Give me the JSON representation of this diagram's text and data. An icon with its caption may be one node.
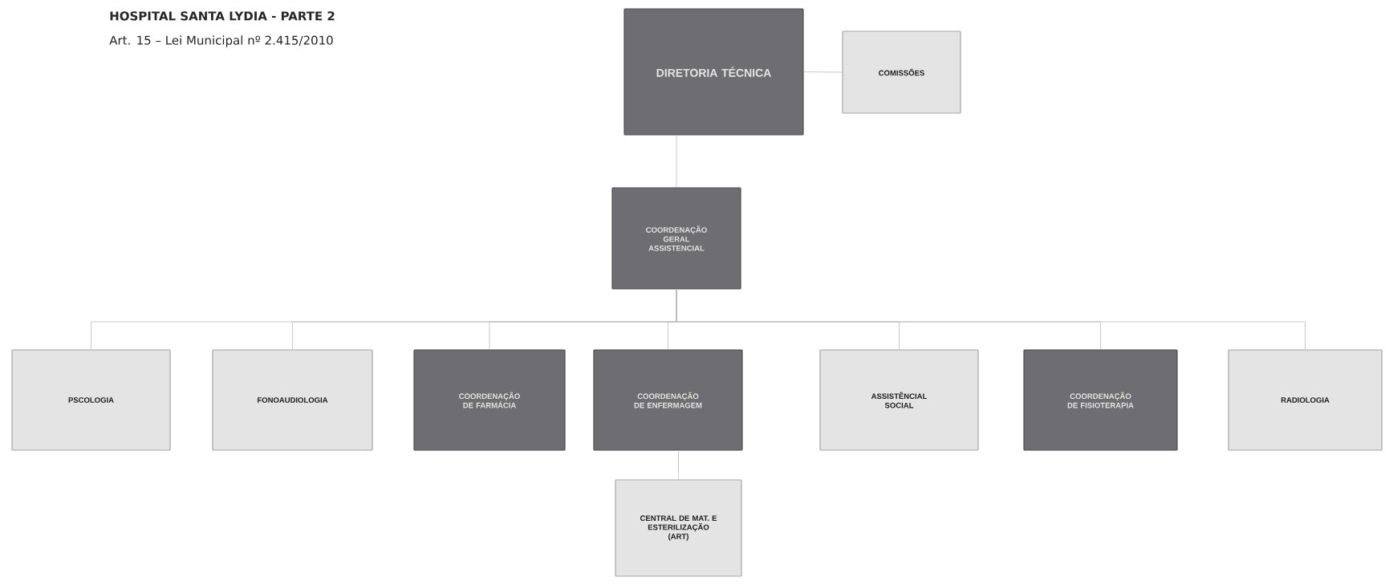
{
  "diagram": {
    "title": "HOSPITAL SANTA LYDIA - PARTE 2",
    "nodes": [
      {
        "text": [
          "DIRETORIA TÉCNICA"
        ]
      },
      {
        "text": [
          "COMISSÕES"
        ]
      },
      {
        "text": [
          "COORDENAÇÃO GERAL ASSISTENCIAL"
        ]
      },
      {
        "text": [
          "PSCOLOGIA"
        ]
      },
      {
        "text": [
          "FONOAUDIOLOGIA"
        ]
      },
      {
        "text": [
          "COORDENAÇÃO DE FARMÁCIA"
        ]
      },
      {
        "text": [
          "COORDENAÇÃO DE ENFERMAGEM"
        ]
      },
      {
        "text": [
          "ASSISTÊNCIAL SOCIAL"
        ]
      },
      {
        "text": [
          "COORDENAÇÃO DE FISIOTERAPIA"
        ]
      },
      {
        "text": [
          "RADIOLOGIA"
        ]
      },
      {
        "text": [
          "CENTRAL DE MAT. E ESTERILIZAÇÃO (ART)"
        ]
      }
    ],
    "edges": [
      {
        "from": 0,
        "to": 1,
        "arrow": "none"
      },
      {
        "from": 0,
        "to": 2,
        "arrow": "none"
      },
      {
        "from": 2,
        "to": 3,
        "arrow": "none"
      },
      {
        "from": 2,
        "to": 4,
        "arrow": "none"
      },
      {
        "from": 2,
        "to": 5,
        "arrow": "none"
      },
      {
        "from": 2,
        "to": 6,
        "arrow": "none"
      },
      {
        "from": 2,
        "to": 7,
        "arrow": "none"
      },
      {
        "from": 2,
        "to": 8,
        "arrow": "none"
      },
      {
        "from": 2,
        "to": 9,
        "arrow": "none"
      },
      {
        "from": 6,
        "to": 10,
        "arrow": "none"
      }
    ],
    "labels": [
      "Art.  15 – Lei Municipal nº 2.415/2010"
    ]
  }
}
